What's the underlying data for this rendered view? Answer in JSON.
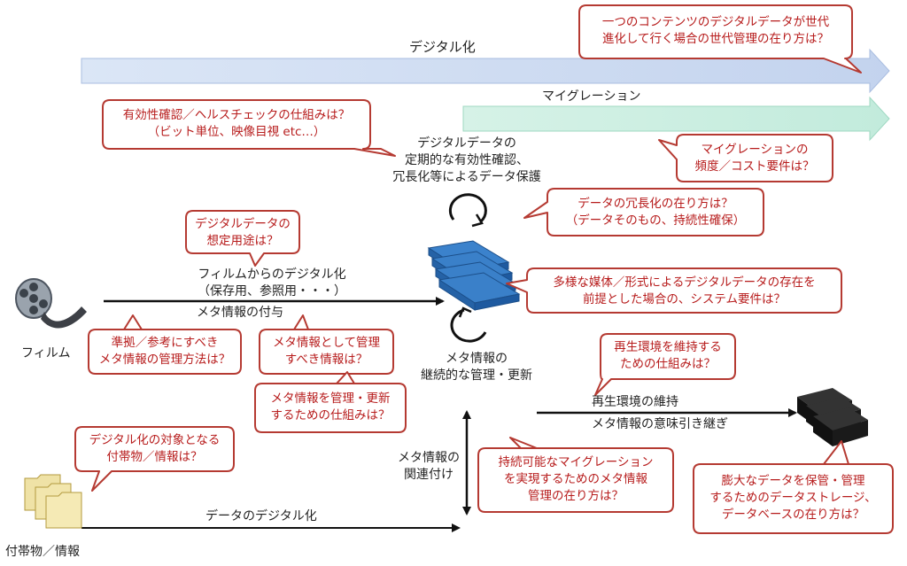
{
  "colors": {
    "callout_border": "#b53a32",
    "callout_text": "#b71c1c",
    "digital_arrow": "#c9d7ee",
    "migration_arrow": "#c8ecdf",
    "media_blue": "#2a6fba",
    "storage_black": "#1b1b1b"
  },
  "bands": {
    "digitization": "デジタル化",
    "migration": "マイグレーション"
  },
  "labels": {
    "center_top": [
      "デジタルデータの",
      "定期的な有効性確認、",
      "冗長化等によるデータ保護"
    ],
    "film_arrow": [
      "フィルムからのデジタル化",
      "（保存用、参照用・・・）"
    ],
    "film_arrow_below": "メタ情報の付与",
    "film": "フィルム",
    "meta_mgmt": [
      "メタ情報の",
      "継続的な管理・更新"
    ],
    "meta_link": [
      "メタ情報の",
      "関連付け"
    ],
    "playback_above": "再生環境の維持",
    "playback_below": "メタ情報の意味引き継ぎ",
    "attach_arrow": "データのデジタル化",
    "attachments": "付帯物／情報"
  },
  "callouts": {
    "generation": [
      "一つのコンテンツのデジタルデータが世代",
      "進化して行く場合の世代管理の在り方は？"
    ],
    "validity": [
      "有効性確認／ヘルスチェックの仕組みは？",
      "（ビット単位、映像目視 etc…）"
    ],
    "migration_freq": [
      "マイグレーションの",
      "頻度／コスト要件は？"
    ],
    "redundancy": [
      "データの冗長化の在り方は？",
      "（データそのもの、持続性確保）"
    ],
    "intended_use": [
      "デジタルデータの",
      "想定用途は？"
    ],
    "multi_media": [
      "多様な媒体／形式によるデジタルデータの存在を",
      "前提とした場合の、システム要件は？"
    ],
    "meta_standard": [
      "準拠／参考にすべき",
      "メタ情報の管理方法は？"
    ],
    "meta_manage": [
      "メタ情報として管理",
      "すべき情報は？"
    ],
    "playback_env": [
      "再生環境を維持する",
      "ための仕組みは？"
    ],
    "meta_update": [
      "メタ情報を管理・更新",
      "するための仕組みは？"
    ],
    "attach_target": [
      "デジタル化の対象となる",
      "付帯物／情報は？"
    ],
    "sustain_migration": [
      "持続可能なマイグレーション",
      "を実現するためのメタ情報",
      "管理の在り方は？"
    ],
    "storage": [
      "膨大なデータを保管・管理",
      "するためのデータストレージ、",
      "データベースの在り方は？"
    ]
  }
}
